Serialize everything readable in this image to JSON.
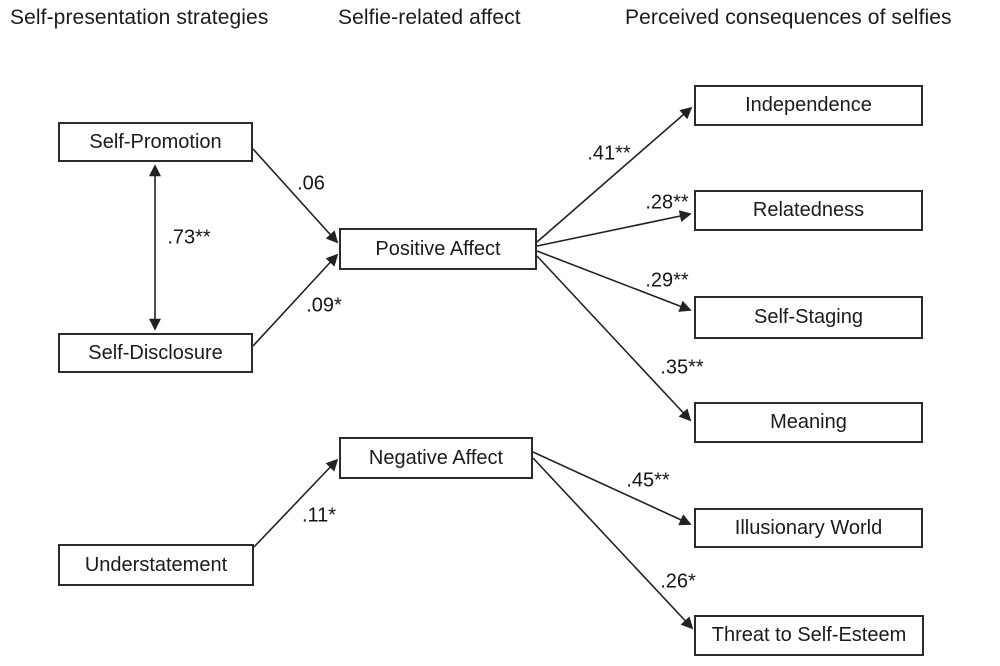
{
  "diagram": {
    "columns": [
      {
        "title": "Self-presentation strategies"
      },
      {
        "title": "Selfie-related affect"
      },
      {
        "title": "Perceived consequences of selfies"
      }
    ],
    "nodes": {
      "self_promotion": {
        "label": "Self-Promotion"
      },
      "self_disclosure": {
        "label": "Self-Disclosure"
      },
      "understatement": {
        "label": "Understatement"
      },
      "positive_affect": {
        "label": "Positive Affect"
      },
      "negative_affect": {
        "label": "Negative Affect"
      },
      "independence": {
        "label": "Independence"
      },
      "relatedness": {
        "label": "Relatedness"
      },
      "self_staging": {
        "label": "Self-Staging"
      },
      "meaning": {
        "label": "Meaning"
      },
      "illusionary_world": {
        "label": "Illusionary World"
      },
      "threat_self_esteem": {
        "label": "Threat to Self-Esteem"
      }
    },
    "edges": {
      "sp_pa": {
        "source": "Self-Promotion",
        "target": "Positive Affect",
        "coefficient": ".06",
        "type": "directed"
      },
      "sd_pa": {
        "source": "Self-Disclosure",
        "target": "Positive Affect",
        "coefficient": ".09*",
        "type": "directed"
      },
      "sp_sd": {
        "source": "Self-Promotion",
        "target": "Self-Disclosure",
        "coefficient": ".73**",
        "type": "bidirectional"
      },
      "pa_independence": {
        "source": "Positive Affect",
        "target": "Independence",
        "coefficient": ".41**",
        "type": "directed"
      },
      "pa_relatedness": {
        "source": "Positive Affect",
        "target": "Relatedness",
        "coefficient": ".28**",
        "type": "directed"
      },
      "pa_selfstaging": {
        "source": "Positive Affect",
        "target": "Self-Staging",
        "coefficient": ".29**",
        "type": "directed"
      },
      "pa_meaning": {
        "source": "Positive Affect",
        "target": "Meaning",
        "coefficient": ".35**",
        "type": "directed"
      },
      "us_na": {
        "source": "Understatement",
        "target": "Negative Affect",
        "coefficient": ".11*",
        "type": "directed"
      },
      "na_illusionary": {
        "source": "Negative Affect",
        "target": "Illusionary World",
        "coefficient": ".45**",
        "type": "directed"
      },
      "na_threat": {
        "source": "Negative Affect",
        "target": "Threat to Self-Esteem",
        "coefficient": ".26*",
        "type": "directed"
      }
    },
    "colors": {
      "background": "#ffffff",
      "box_border": "#2b2b2b",
      "text": "#1b1b1b",
      "line": "#222222"
    }
  }
}
